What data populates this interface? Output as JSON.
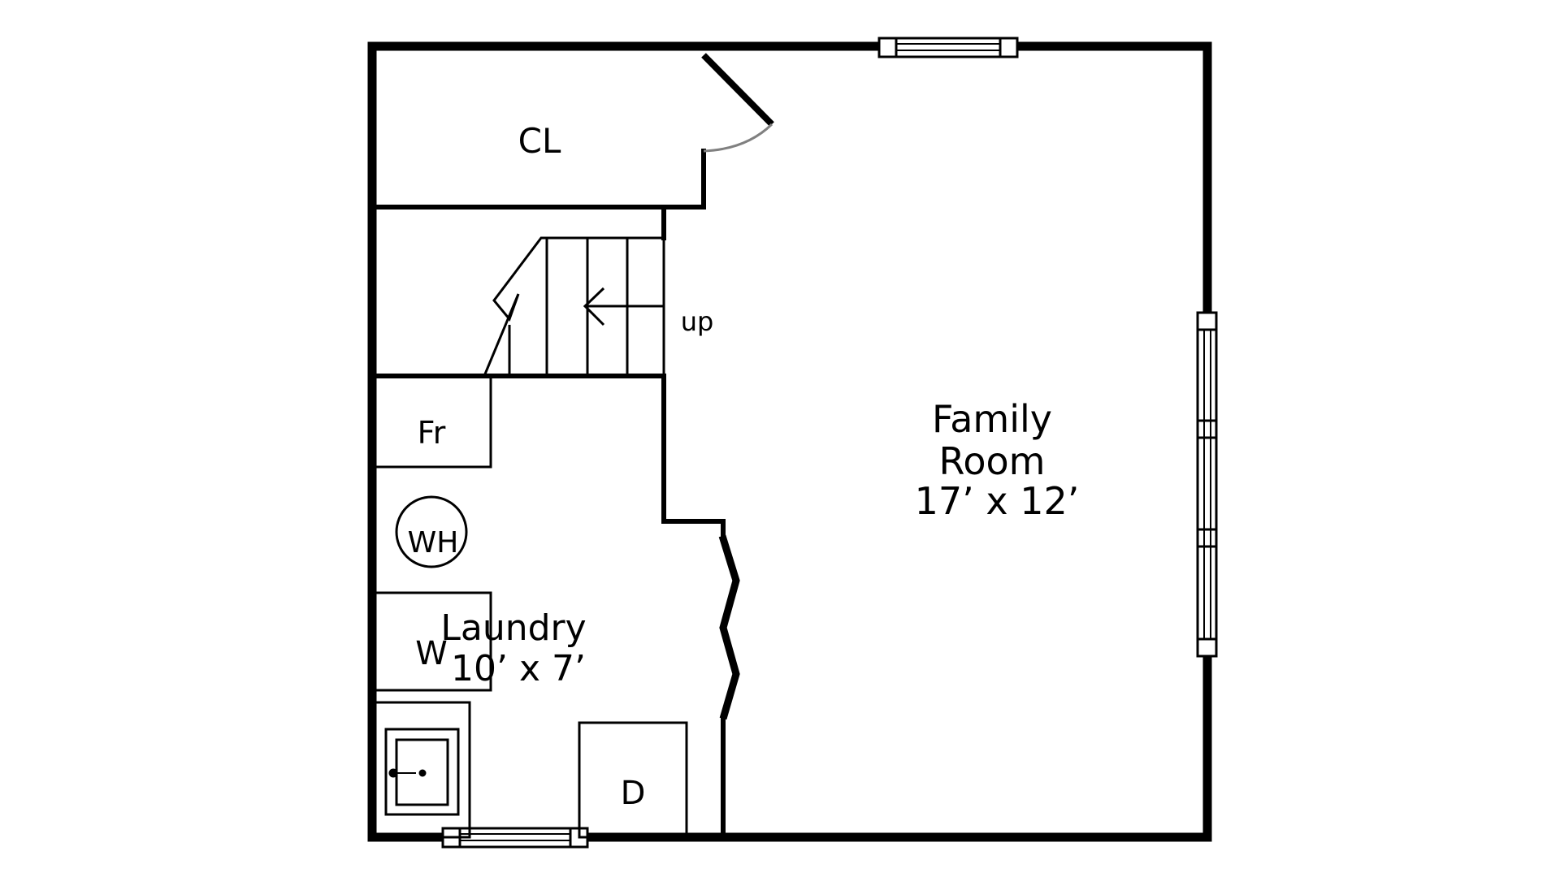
{
  "rooms": {
    "closet": {
      "label": "CL"
    },
    "stairs": {
      "label": "up"
    },
    "freezer": {
      "label": "Fr"
    },
    "water_heater": {
      "label": "WH"
    },
    "washer": {
      "label": "W"
    },
    "dryer": {
      "label": "D"
    },
    "laundry": {
      "name": "Laundry",
      "size": "10’ x 7’"
    },
    "family_room": {
      "name_line1": "Family",
      "name_line2": "Room",
      "size": "17’ x 12’"
    }
  },
  "colors": {
    "wall": "#000000",
    "door_swing": "#808080",
    "background": "#ffffff"
  }
}
